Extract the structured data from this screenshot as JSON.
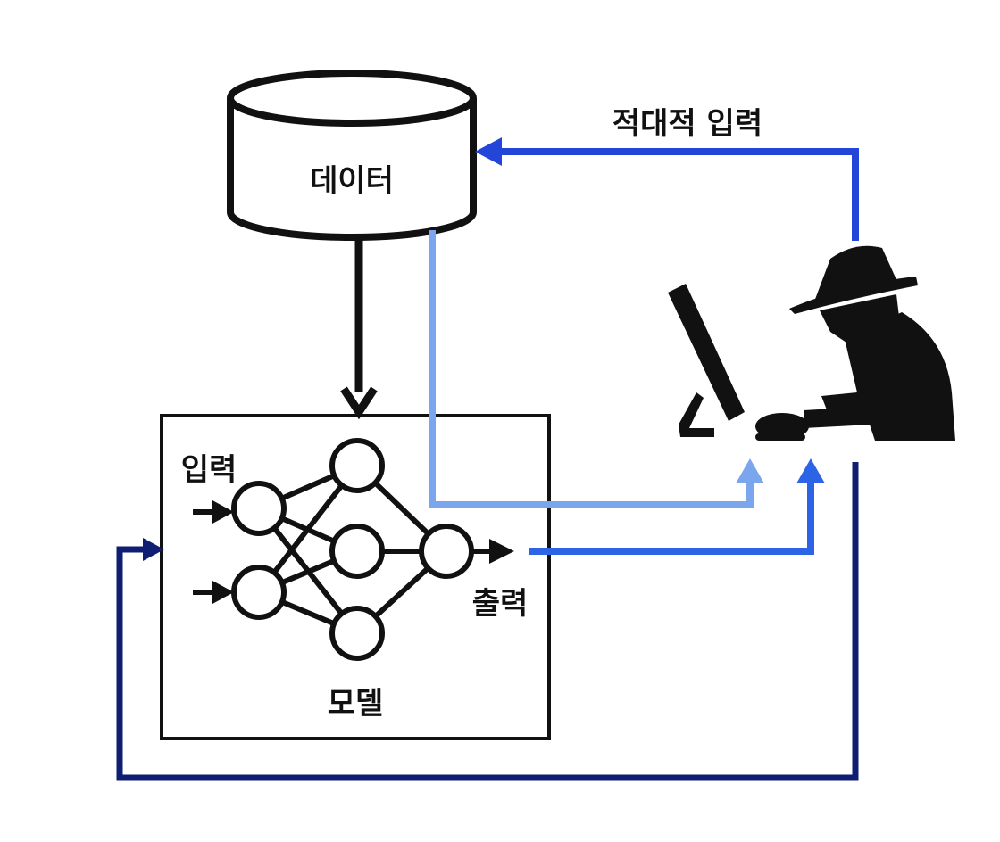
{
  "labels": {
    "data": "데이터",
    "adversarial_input": "적대적 입력",
    "input": "입력",
    "output": "출력",
    "model": "모델"
  },
  "colors": {
    "ink": "#111111",
    "adversarial_arrow": "#2446d8",
    "data_to_attacker": "#7ba6ee",
    "output_to_attacker": "#2d64e6",
    "feedback_loop": "#0f1d73"
  },
  "icons": [
    "database-icon",
    "neural-network-icon",
    "hacker-icon",
    "computer-monitor-icon"
  ]
}
